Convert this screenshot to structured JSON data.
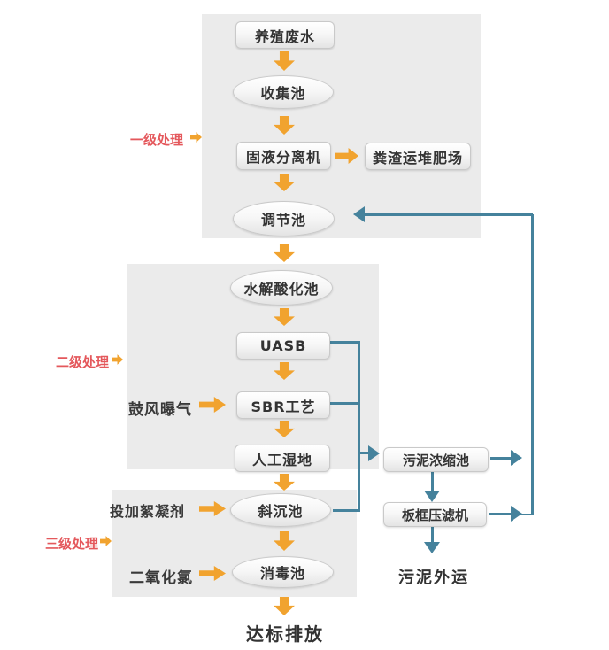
{
  "colors": {
    "panel_bg": "#EBEBEB",
    "arrow_orange": "#F1A32F",
    "line_teal": "#45829C",
    "stage_red": "#E4585C",
    "node_text": "#333333"
  },
  "stages": {
    "primary": "一级处理",
    "secondary": "二级处理",
    "tertiary": "三级处理"
  },
  "nodes": {
    "breeding_wastewater": "养殖废水",
    "collection_pool": "收集池",
    "solid_liquid_separator": "固液分离机",
    "manure_composting_site": "粪渣运堆肥场",
    "regulation_pool": "调节池",
    "hydrolysis_acidification_pool": "水解酸化池",
    "uasb": "UASB",
    "sbr_process": "SBR工艺",
    "constructed_wetland": "人工湿地",
    "inclined_sedimentation_pool": "斜沉池",
    "disinfection_pool": "消毒池",
    "sludge_thickening_pool": "污泥浓缩池",
    "plate_frame_filter_press": "板框压滤机"
  },
  "side_inputs": {
    "blast_aeration": "鼓风曝气",
    "flocculant_dosing": "投加絮凝剂",
    "chlorine_dioxide": "二氧化氯"
  },
  "outputs": {
    "standard_discharge": "达标排放",
    "sludge_transport": "污泥外运"
  }
}
